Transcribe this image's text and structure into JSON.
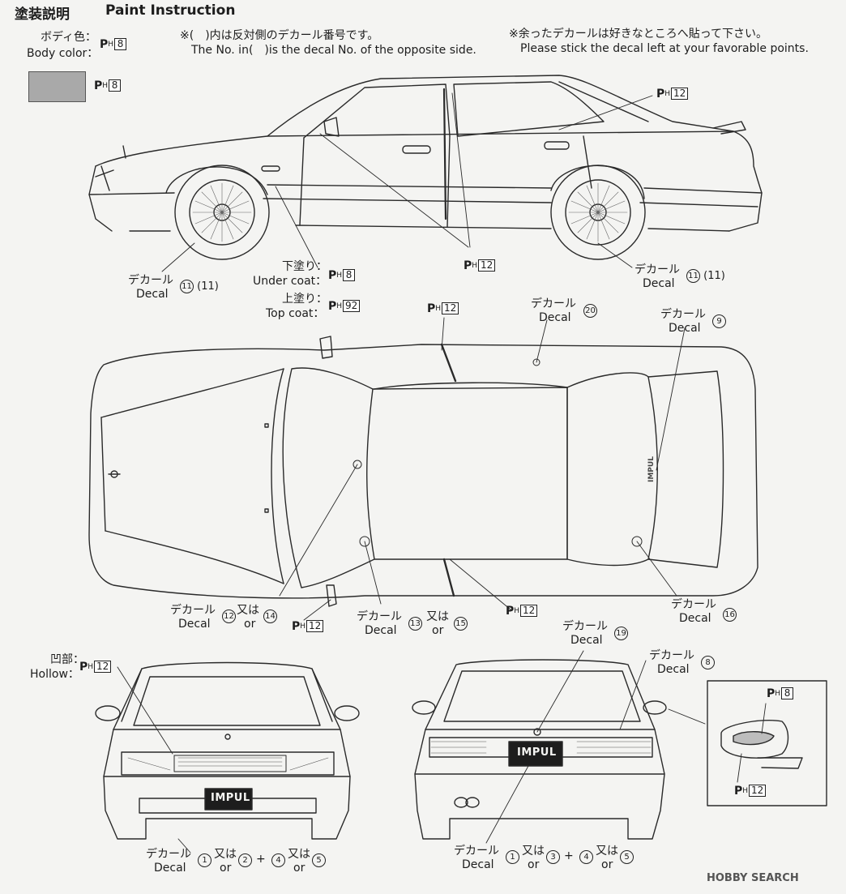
{
  "title": {
    "jp": "塗装説明",
    "en": "Paint Instruction"
  },
  "body_color": {
    "jp": "ボディ色：",
    "en": "Body color：",
    "code": "8",
    "swatch_code": "8",
    "swatch_color": "#a9a9a9"
  },
  "note_left": {
    "jp": "※(　)内は反対側のデカール番号です。",
    "en": "The No. in(　)is the decal No. of the opposite side."
  },
  "note_right": {
    "jp": "※余ったデカールは好きなところへ貼って下さい。",
    "en": "Please stick the decal left at your favorable points."
  },
  "side_view": {
    "window_frame_code": "12",
    "pillar_code": "12",
    "decal_front": {
      "jp": "デカール",
      "en": "Decal",
      "num": "11",
      "opp": "(11)"
    },
    "decal_rear": {
      "jp": "デカール",
      "en": "Decal",
      "num": "11",
      "opp": "(11)"
    },
    "under_coat": {
      "jp": "下塗り：",
      "en": "Under coat：",
      "code": "8"
    },
    "top_coat": {
      "jp": "上塗り：",
      "en": "Top coat：",
      "code": "92"
    }
  },
  "top_view": {
    "pillar_code_top": "12",
    "pillar_code_bottom": "12",
    "mirror_code": "12",
    "decal_20": {
      "jp": "デカール",
      "en": "Decal",
      "num": "20"
    },
    "decal_9": {
      "jp": "デカール",
      "en": "Decal",
      "num": "9"
    },
    "decal_12": {
      "jp": "デカール",
      "en": "Decal",
      "num": "12",
      "or_jp": "又は",
      "or_en": "or",
      "alt": "14"
    },
    "decal_13": {
      "jp": "デカール",
      "en": "Decal",
      "num": "13",
      "or_jp": "又は",
      "or_en": "or",
      "alt": "15"
    },
    "decal_16": {
      "jp": "デカール",
      "en": "Decal",
      "num": "16"
    },
    "trunk_logo": "IMPUL"
  },
  "front_view": {
    "hollow": {
      "jp": "凹部：",
      "en": "Hollow：",
      "code": "12"
    },
    "plate": "IMPUL",
    "decal": {
      "jp": "デカール",
      "en": "Decal",
      "n1": "1",
      "or_jp": "又は",
      "or_en": "or",
      "n2": "2",
      "plus": "+",
      "n3": "4",
      "n4": "5"
    }
  },
  "rear_view": {
    "decal_19": {
      "jp": "デカール",
      "en": "Decal",
      "num": "19"
    },
    "decal_8": {
      "jp": "デカール",
      "en": "Decal",
      "num": "8"
    },
    "plate": "IMPUL",
    "decal": {
      "jp": "デカール",
      "en": "Decal",
      "n1": "1",
      "or_jp": "又は",
      "or_en": "or",
      "n2": "3",
      "plus": "+",
      "n3": "4",
      "n4": "5"
    }
  },
  "mirror_detail": {
    "code_top": "8",
    "code_bottom": "12"
  },
  "watermark": "HOBBY SEARCH"
}
